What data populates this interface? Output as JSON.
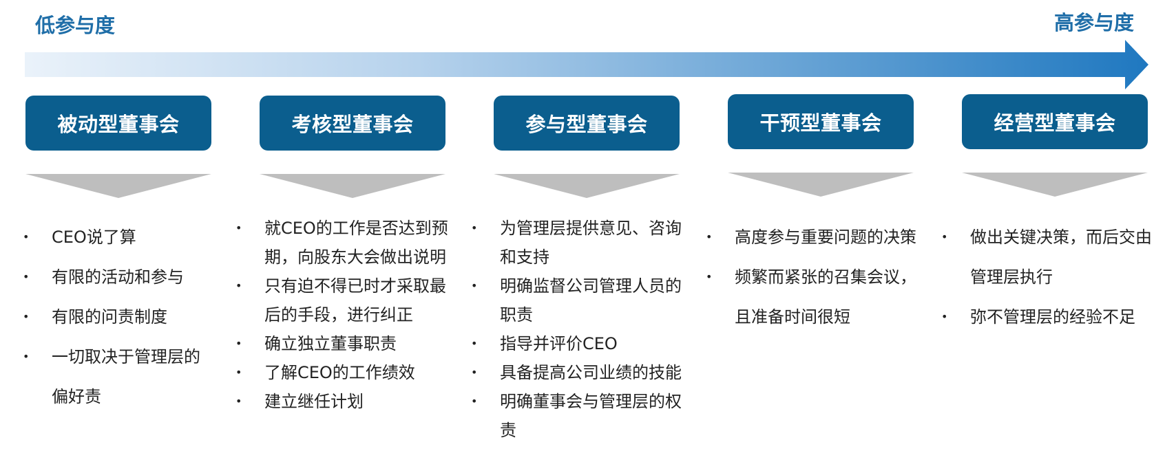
{
  "scale": {
    "low": "低参与度",
    "high": "高参与度"
  },
  "colors": {
    "box": "#0B5E8E",
    "label": "#1F6EA8",
    "arrow_dark": "#1F78C0",
    "arrow_light": "#EAF2FA",
    "chevron": "#BEBEBE"
  },
  "stages": [
    {
      "title": "被动型董事会",
      "bullets": [
        [
          "CEO说了算"
        ],
        [
          "有限的活动和参与"
        ],
        [
          "有限的问责制度"
        ],
        [
          "一切取决于管理层的",
          "偏好责"
        ]
      ]
    },
    {
      "title": "考核型董事会",
      "bullets": [
        [
          "就CEO的工作是否达到预",
          "期，向股东大会做出说明"
        ],
        [
          "只有迫不得已时才采取最",
          "后的手段，进行纠正"
        ],
        [
          "确立独立董事职责"
        ],
        [
          "了解CEO的工作绩效"
        ],
        [
          "建立继任计划"
        ]
      ]
    },
    {
      "title": "参与型董事会",
      "bullets": [
        [
          "为管理层提供意见、咨询",
          "和支持"
        ],
        [
          "明确监督公司管理人员的",
          "职责"
        ],
        [
          "指导并评价CEO"
        ],
        [
          "具备提高公司业绩的技能"
        ],
        [
          "明确董事会与管理层的权",
          "责"
        ]
      ]
    },
    {
      "title": "干预型董事会",
      "bullets": [
        [
          "高度参与重要问题的决策"
        ],
        [
          "频繁而紧张的召集会议，",
          "且准备时间很短"
        ]
      ]
    },
    {
      "title": "经营型董事会",
      "bullets": [
        [
          "做出关键决策，而后交由",
          "管理层执行"
        ],
        [
          "弥不管理层的经验不足"
        ]
      ]
    }
  ]
}
